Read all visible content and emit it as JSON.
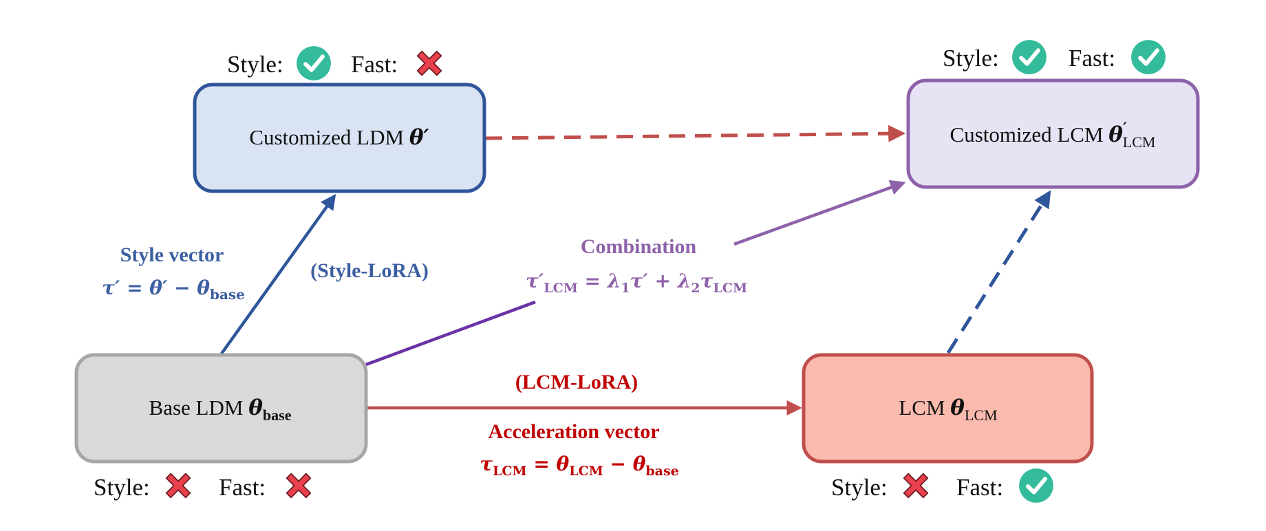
{
  "colors": {
    "blue": "#2f559a",
    "blue_label": "#3b5fa0",
    "purple": "#8e62a9",
    "purple_line": "#6b33a6",
    "red": "#c04f4c",
    "red_label": "#c00000",
    "gray_fill": "#d9d9d9",
    "gray_stroke": "#a6a6a6",
    "check": "#33bb9c",
    "cross": "#e8404c"
  },
  "nodes": {
    "base": {
      "label": "Base LDM ",
      "symbol": "θ",
      "sub": "base",
      "status": {
        "style_label": "Style:",
        "style": "cross-icon",
        "fast_label": "Fast:",
        "fast": "cross-icon"
      }
    },
    "custom_ldm": {
      "label": "Customized LDM ",
      "symbol": "θ′",
      "status": {
        "style_label": "Style:",
        "style": "check-icon",
        "fast_label": "Fast:",
        "fast": "cross-icon"
      }
    },
    "lcm": {
      "label": "LCM ",
      "symbol": "θ",
      "sub": "LCM",
      "status": {
        "style_label": "Style:",
        "style": "cross-icon",
        "fast_label": "Fast:",
        "fast": "check-icon"
      }
    },
    "custom_lcm": {
      "label": "Customized LCM ",
      "symbol": "θ",
      "sup": "′",
      "sub": "LCM",
      "status": {
        "style_label": "Style:",
        "style": "check-icon",
        "fast_label": "Fast:",
        "fast": "check-icon"
      }
    }
  },
  "labels": {
    "style_vector": {
      "title": "Style vector",
      "f1": "τ′ = θ′ − θ",
      "f1_sub": "base"
    },
    "style_lora": "(Style-LoRA)",
    "combination": {
      "title": "Combination",
      "lhs": "τ′",
      "lhs_sub": "LCM",
      "eq1": " = λ",
      "sub1": "1",
      "mid": "τ′ + λ",
      "sub2": "2",
      "tau": "τ",
      "tau_sub": "LCM"
    },
    "lcm_lora": "(LCM-LoRA)",
    "acceleration": {
      "title": "Acceleration vector",
      "t": "τ",
      "t_sub": "LCM",
      "eq": " = θ",
      "eq_sub": "LCM",
      "minus": " − θ",
      "minus_sub": "base"
    }
  }
}
